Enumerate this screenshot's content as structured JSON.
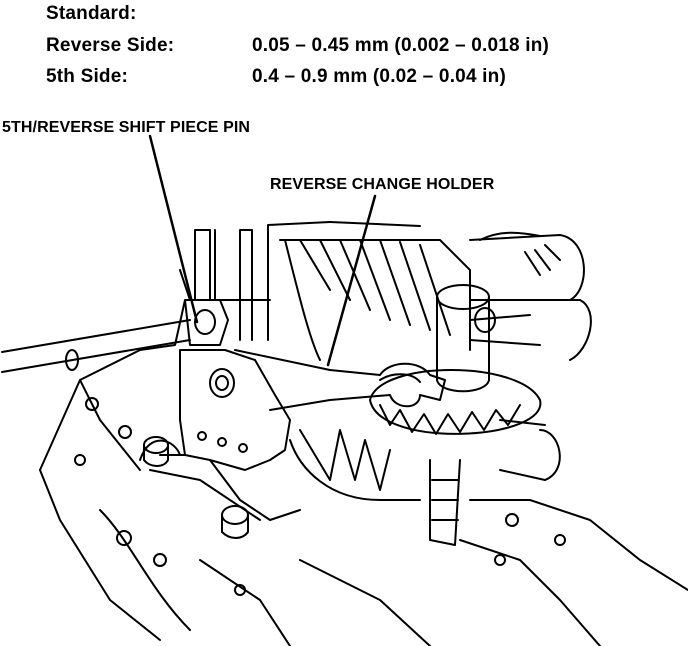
{
  "spec": {
    "title": "Standard:",
    "rows": [
      {
        "label": "Reverse Side:",
        "value": "0.05 – 0.45 mm (0.002 – 0.018 in)"
      },
      {
        "label": "5th Side:",
        "value": "0.4 – 0.9 mm (0.02 – 0.04 in)"
      }
    ]
  },
  "callouts": {
    "pin": "5TH/REVERSE SHIFT PIECE PIN",
    "holder": "REVERSE CHANGE HOLDER"
  },
  "colors": {
    "ink": "#000000",
    "paper": "#ffffff"
  }
}
